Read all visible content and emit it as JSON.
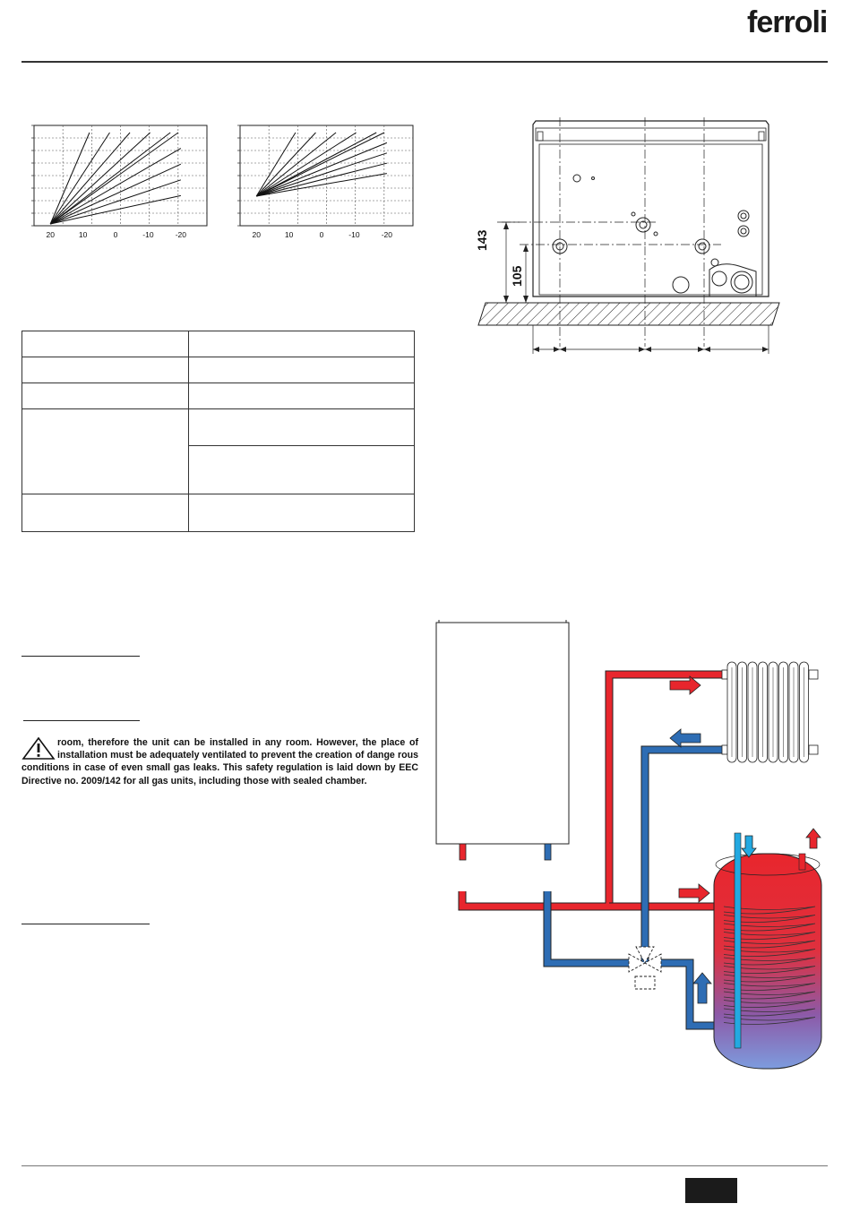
{
  "brand": {
    "logo_text": "ferroli"
  },
  "charts": {
    "left": {
      "tick_labels": [
        "20",
        "10",
        "0",
        "-10",
        "-20"
      ]
    },
    "right": {
      "tick_labels": [
        "20",
        "10",
        "0",
        "-10",
        "-20"
      ]
    }
  },
  "chart_data": [
    {
      "type": "line",
      "x": [
        20,
        10,
        0,
        -10,
        -20
      ],
      "xlim": [
        25,
        -28
      ],
      "series_count": 10
    },
    {
      "type": "line",
      "x": [
        20,
        10,
        0,
        -10,
        -20
      ],
      "xlim": [
        25,
        -28
      ],
      "series_count": 10
    }
  ],
  "dimensions": {
    "dim_143": "143",
    "dim_105": "105"
  },
  "warning": {
    "text_line1": "room, therefore the unit can be installed in any room. However, the place of",
    "text_line2": "installation must be adequately ventilated to prevent the creation of dange",
    "text_line3": "rous conditions in case of even small gas leaks. This safety regulation is laid down",
    "text_line4": "by EEC Directive no. 2009/142 for all gas units, including those with sealed chamber."
  },
  "colors": {
    "hot": "#e8262d",
    "cold": "#2e6db4",
    "cold_water": "#23a9e1",
    "page_badge": "#1b1b1b"
  }
}
